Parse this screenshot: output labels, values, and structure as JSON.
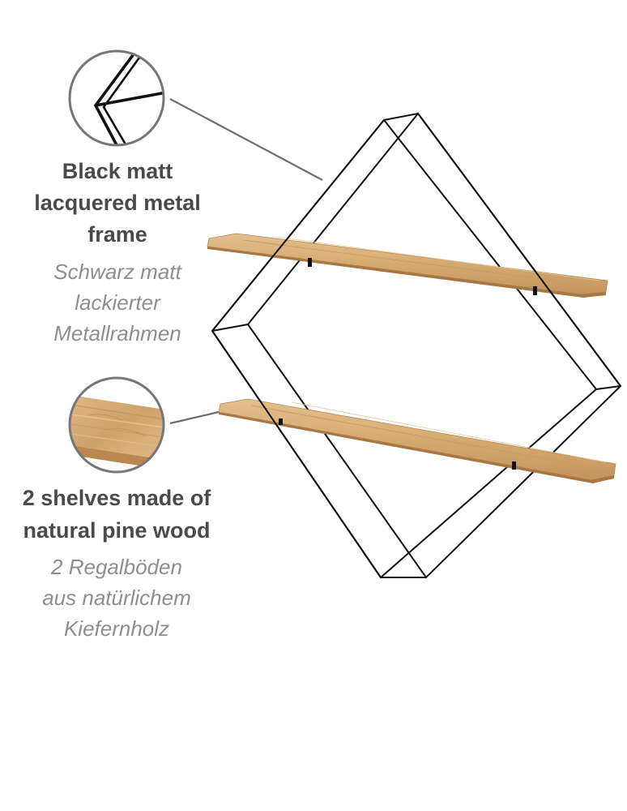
{
  "features": {
    "frame": {
      "icon": "frame-corner-detail-icon",
      "title_lines": [
        "Black matt",
        "lacquered metal",
        "frame"
      ],
      "subtitle_lines": [
        "Schwarz matt",
        "lackierter",
        "Metallrahmen"
      ]
    },
    "shelves": {
      "icon": "wood-grain-detail-icon",
      "title_lines": [
        "2 shelves made of",
        "natural pine wood"
      ],
      "subtitle_lines": [
        "2 Regalböden",
        "aus natürlichem",
        "Kiefernholz"
      ]
    }
  },
  "colors": {
    "frame_metal": "#111111",
    "pine_wood": "#d8b27f",
    "title_text": "#4a4a4a",
    "subtitle_text": "#8e8e8e",
    "callout_line": "#6e6e6e"
  }
}
